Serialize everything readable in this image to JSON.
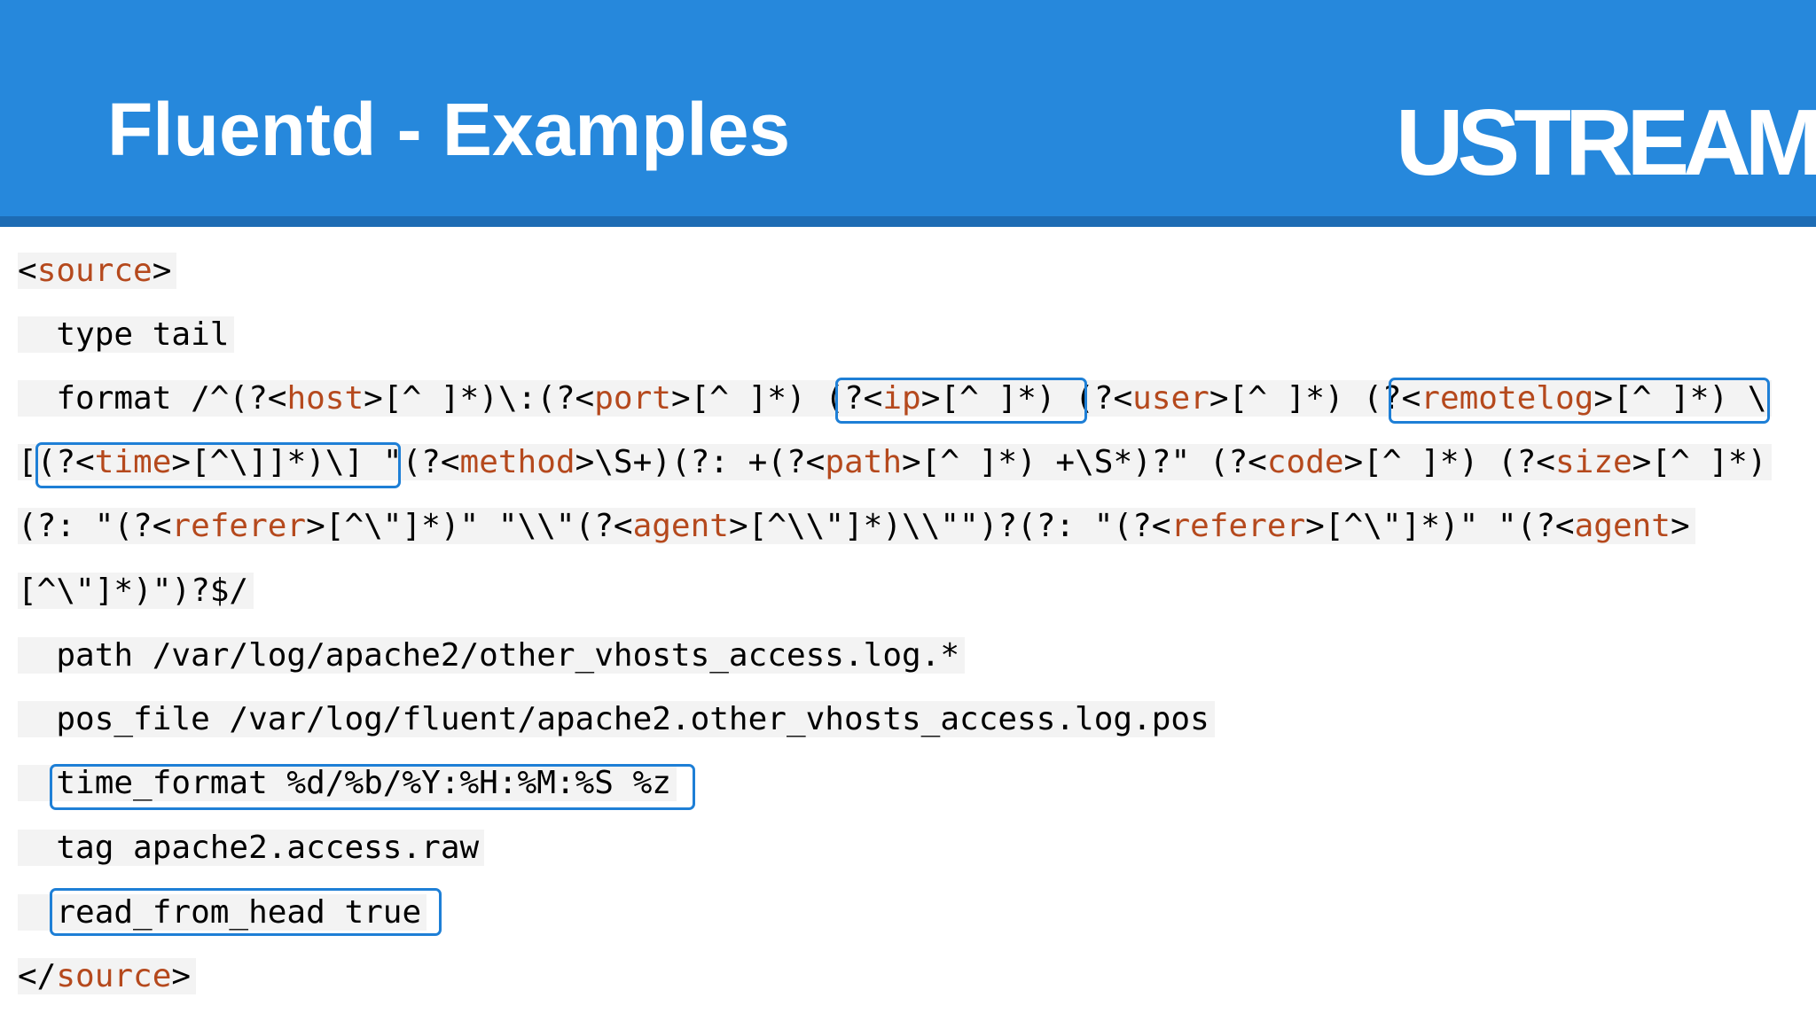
{
  "slide": {
    "title": "Fluentd - Examples",
    "logo_text": "USTREAM",
    "colors": {
      "header": "#2688dc",
      "header_rule": "#1d6cb4",
      "keyword": "#b5491d",
      "highlight_box": "#1e7fd6",
      "code_bg": "#f3f3f3"
    }
  },
  "code": {
    "open_tag": {
      "pre": "<",
      "kw": "source",
      "post": ">"
    },
    "type_line": "  type tail",
    "format": {
      "l1": {
        "a": "  format /^(?<",
        "host": "host",
        "b": ">[^ ]*)\\:(?<",
        "port": "port",
        "c": ">[^ ]*) (?<",
        "ip": "ip",
        "d": ">[^ ]*) (?<",
        "user": "user",
        "e": ">[^ ]*) (?<",
        "remotelog": "remotelog",
        "f": ">[^ ]*) \\"
      },
      "l2": {
        "a": "[(?<",
        "time": "time",
        "b": ">[^\\]]*)\\] \"(?<",
        "method": "method",
        "c": ">\\S+)(?: +(?<",
        "path": "path",
        "d": ">[^ ]*) +\\S*)?\" (?<",
        "code": "code",
        "e": ">[^ ]*) (?<",
        "size": "size",
        "f": ">[^ ]*)"
      },
      "l3": {
        "a": "(?: \"(?<",
        "referer": "referer",
        "b": ">[^\\\"]*)\" \"\\\\\"(?<",
        "agent": "agent",
        "c": ">[^\\\\\"]*)\\\\\"\")?(?: \"(?<",
        "referer2": "referer",
        "d": ">[^\\\"]*)\" \"(?<",
        "agent2": "agent",
        "e": ">"
      },
      "l4": "[^\\\"]*)\")?$/"
    },
    "path_line": "  path /var/log/apache2/other_vhosts_access.log.*",
    "pos_file_line": "  pos_file /var/log/fluent/apache2.other_vhosts_access.log.pos",
    "time_format_line": "  time_format %d/%b/%Y:%H:%M:%S %z",
    "tag_line": "  tag apache2.access.raw",
    "read_from_head_line": "  read_from_head true",
    "close_tag": {
      "pre": "</",
      "kw": "source",
      "post": ">"
    }
  }
}
